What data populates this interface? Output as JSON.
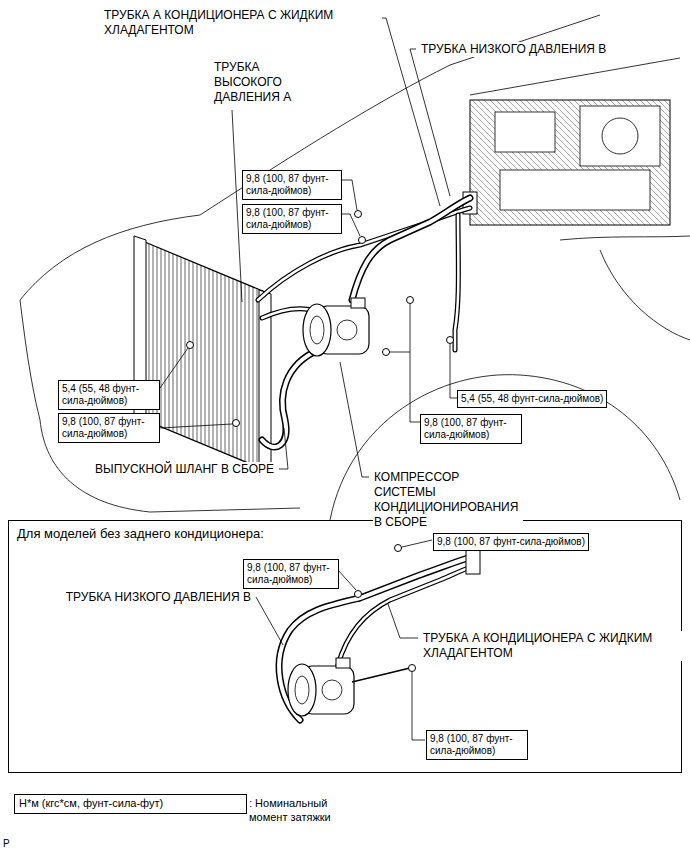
{
  "diagram": {
    "nodes": [
      {
        "text": [
          "9,8 (100, 87 фунт-сила-дюймов)"
        ]
      },
      {
        "text": [
          "9,8 (100, 87 фунт-сила-дюймов)"
        ]
      },
      {
        "text": [
          "5,4 (55, 48 фунт-сила-дюймов)"
        ]
      },
      {
        "text": [
          "9,8 (100, 87 фунт-сила-дюймов)"
        ]
      },
      {
        "text": [
          "5,4 (55, 48 фунт-сила-дюймов)"
        ]
      },
      {
        "text": [
          "9,8 (100, 87 фунт-сила-дюймов)"
        ]
      },
      {
        "text": [
          "Для моделей без заднего кондиционера:"
        ]
      },
      {
        "text": [
          "9,8 (100, 87 фунт-сила-дюймов)"
        ],
        "in": 6
      },
      {
        "text": [
          "9,8 (100, 87 фунт-сила-дюймов)"
        ],
        "in": 6
      },
      {
        "text": [
          "9,8 (100, 87 фунт-сила-дюймов)"
        ],
        "in": 6
      },
      {
        "text": [
          "Н*м (кгс*см, фунт-сила-фут)",
          ": Номинальный момент затяжки"
        ]
      }
    ],
    "labels": [
      "ТРУБКА А КОНДИЦИОНЕРА С ЖИДКИМ ХЛАДАГЕНТОМ",
      "ТРУБКА НИЗКОГО ДАВЛЕНИЯ В",
      "ТРУБКА ВЫСОКОГО ДАВЛЕНИЯ А",
      "ВЫПУСКНОЙ ШЛАНГ В СБОРЕ",
      "КОМПРЕССОР СИСТЕМЫ КОНДИЦИОНИРОВАНИЯ В СБОРЕ",
      "ТРУБКА НИЗКОГО ДАВЛЕНИЯ В",
      "ТРУБКА А КОНДИЦИОНЕРА С ЖИДКИМ ХЛАДАГЕНТОМ",
      "P"
    ]
  }
}
